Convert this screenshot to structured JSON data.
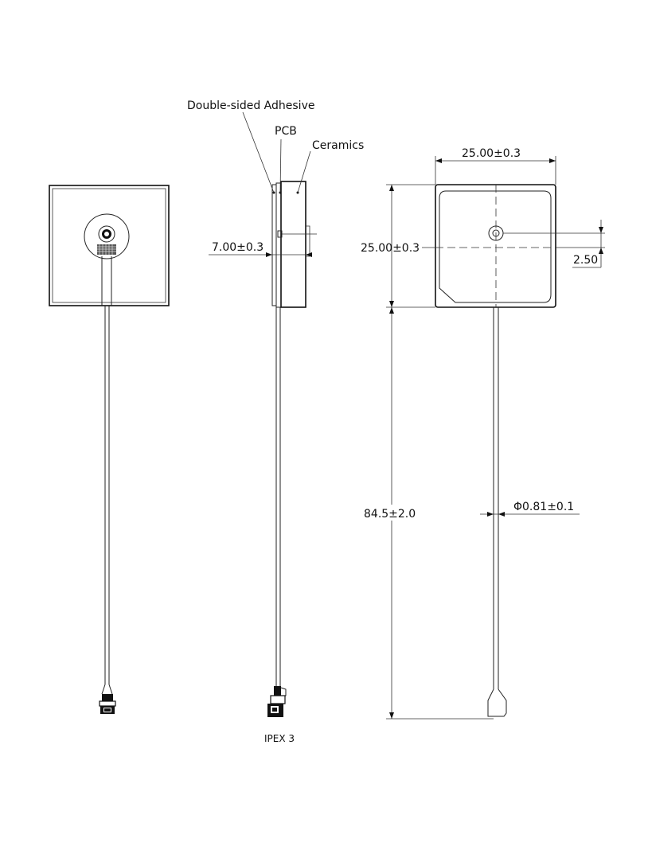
{
  "callouts": {
    "adhesive": "Double-sided Adhesive",
    "pcb": "PCB",
    "ceramics": "Ceramics"
  },
  "dimensions": {
    "thickness": "7.00±0.3",
    "width": "25.00±0.3",
    "height": "25.00±0.3",
    "feed_offset": "2.50",
    "cable_length": "84.5±2.0",
    "cable_diameter": "Φ0.81±0.1"
  },
  "connector_label": "IPEX 3"
}
